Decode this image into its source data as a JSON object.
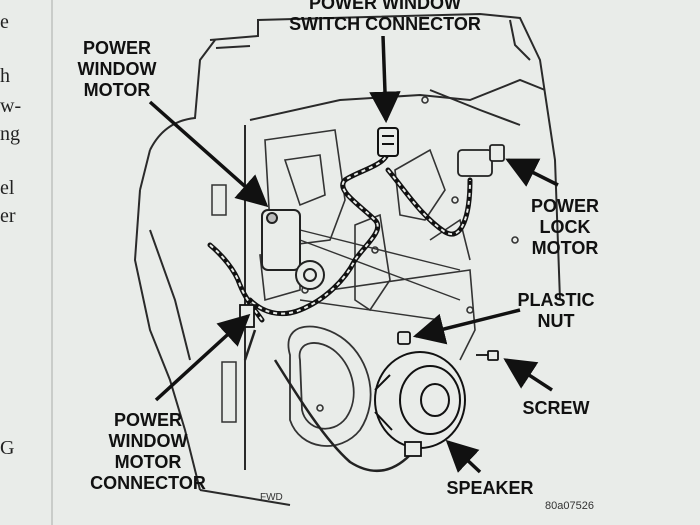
{
  "left_margin_text": [
    "e",
    "h",
    "w-",
    "ng",
    "el",
    "er",
    "G"
  ],
  "labels": {
    "switch_connector": [
      "POWER WINDOW",
      "SWITCH CONNECTOR"
    ],
    "window_motor": [
      "POWER",
      "WINDOW",
      "MOTOR"
    ],
    "lock_motor": [
      "POWER",
      "LOCK",
      "MOTOR"
    ],
    "plastic_nut": [
      "PLASTIC",
      "NUT"
    ],
    "screw": "SCREW",
    "motor_connector": [
      "POWER",
      "WINDOW",
      "MOTOR",
      "CONNECTOR"
    ],
    "speaker": "SPEAKER"
  },
  "fwd_mark": "FWD",
  "figure_code": "80a07526",
  "colors": {
    "ink": "#111111",
    "paper": "#e9ece9",
    "line": "#2a2a2a"
  }
}
